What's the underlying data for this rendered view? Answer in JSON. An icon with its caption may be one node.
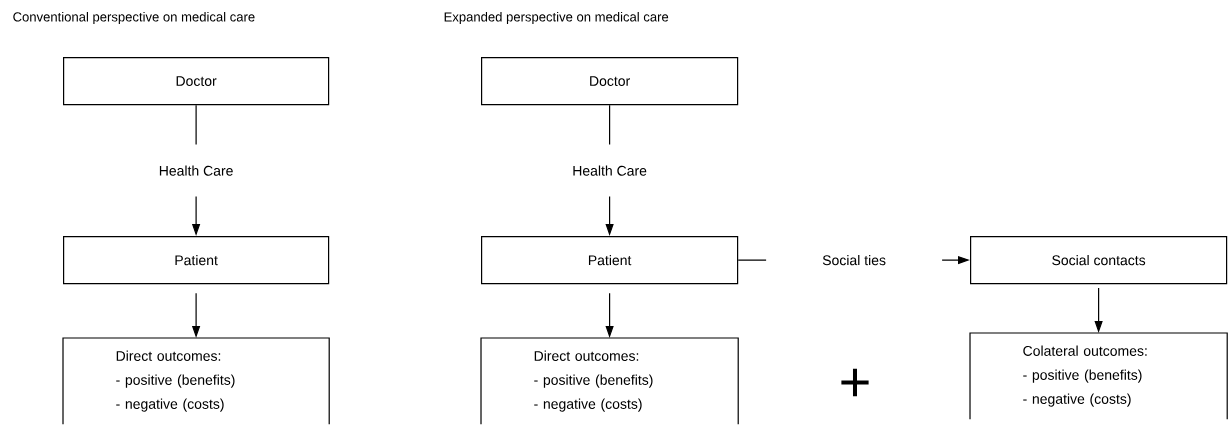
{
  "diagram": {
    "nodes": [
      {
        "text": [
          "Doctor"
        ]
      },
      {
        "text": [
          "Patient"
        ]
      },
      {
        "text": [
          "Direct outcomes:",
          "- positive (benefits)",
          "- negative (costs)"
        ]
      },
      {
        "text": [
          "Doctor"
        ]
      },
      {
        "text": [
          "Patient"
        ]
      },
      {
        "text": [
          "Direct outcomes:",
          "- positive (benefits)",
          "- negative (costs)"
        ]
      },
      {
        "text": [
          "Social contacts"
        ]
      },
      {
        "text": [
          "Colateral outcomes:",
          "- positive (benefits)",
          "- negative (costs)"
        ]
      }
    ],
    "edges": [
      {
        "from": 0,
        "to": 1,
        "arrow": "to",
        "label": "Health Care"
      },
      {
        "from": 1,
        "to": 2,
        "arrow": "to"
      },
      {
        "from": 3,
        "to": 4,
        "arrow": "to",
        "label": "Health Care"
      },
      {
        "from": 4,
        "to": 5,
        "arrow": "to"
      },
      {
        "from": 4,
        "to": 6,
        "arrow": "to",
        "label": "Social ties"
      },
      {
        "from": 6,
        "to": 7,
        "arrow": "to"
      }
    ],
    "labels": [
      "Conventional perspective on medical care",
      "Expanded perspective on medical care",
      "+"
    ]
  }
}
